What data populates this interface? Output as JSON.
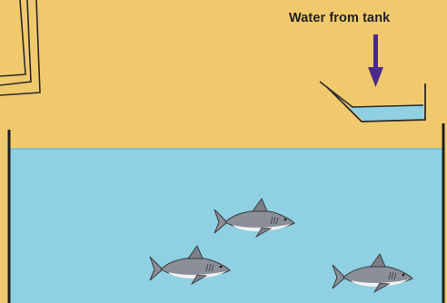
{
  "labels": {
    "water_source": "Water from tank"
  },
  "colors": {
    "background": "#f1c96d",
    "water": "#8fd0e2",
    "arrow": "#4b2a8c",
    "outline": "#2a2a2a",
    "shark_body": "#8a8f99",
    "shark_belly": "#f2f2f2"
  },
  "icons": {
    "arrow": "arrow-down-icon",
    "fish": "shark-icon"
  },
  "sharks": [
    {
      "name": "shark-1"
    },
    {
      "name": "shark-2"
    },
    {
      "name": "shark-3"
    }
  ]
}
